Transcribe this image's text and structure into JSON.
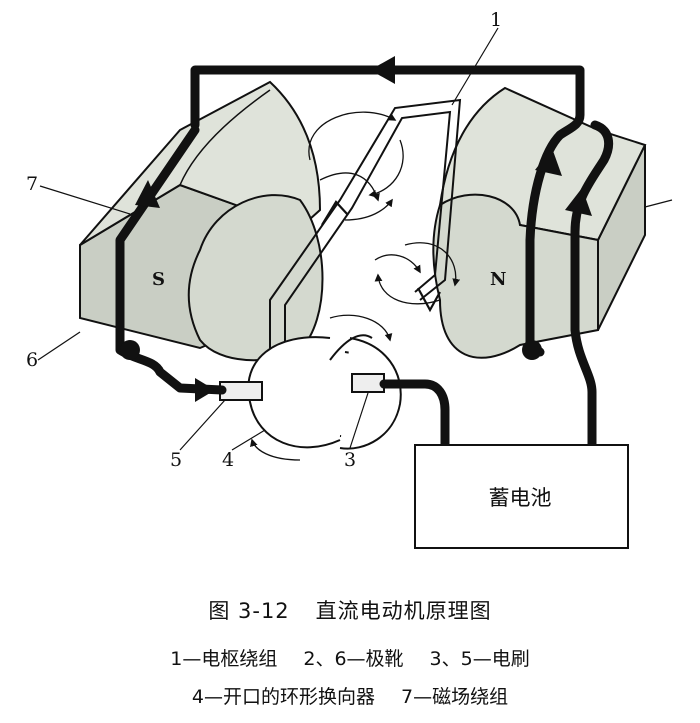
{
  "diagram": {
    "callouts": {
      "c1": "1",
      "c3": "3",
      "c4": "4",
      "c5": "5",
      "c6": "6",
      "c7": "7"
    },
    "poles": {
      "south": "S",
      "north": "N"
    },
    "battery": "蓄电池"
  },
  "caption": {
    "figure_number": "图 3-12",
    "title": "直流电动机原理图",
    "legend_line1": [
      "1—电枢绕组",
      "2、6—极靴",
      "3、5—电刷"
    ],
    "legend_line2": [
      "4—开口的环形换向器",
      "7—磁场绕组"
    ]
  },
  "colors": {
    "pole_fill": "#d4d9cf",
    "ink": "#111111"
  }
}
